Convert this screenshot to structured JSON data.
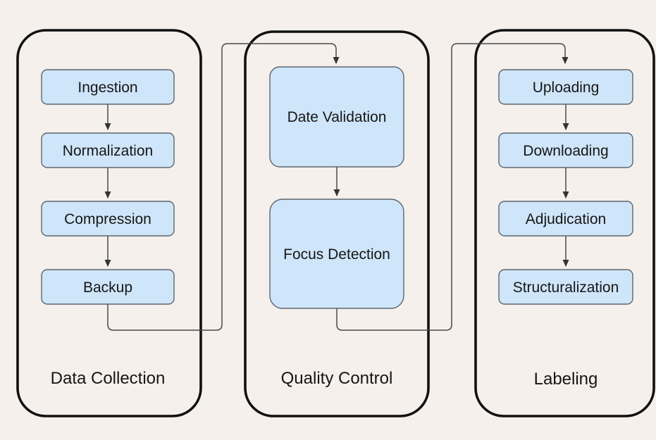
{
  "diagram": {
    "title": "",
    "groups": [
      {
        "label": "Data Collection",
        "nodes": [
          {
            "label": "Ingestion"
          },
          {
            "label": "Normalization"
          },
          {
            "label": "Compression"
          },
          {
            "label": "Backup"
          }
        ]
      },
      {
        "label": "Quality Control",
        "nodes": [
          {
            "label": "Date Validation"
          },
          {
            "label": "Focus Detection"
          }
        ]
      },
      {
        "label": "Labeling",
        "nodes": [
          {
            "label": "Uploading"
          },
          {
            "label": "Downloading"
          },
          {
            "label": "Adjudication"
          },
          {
            "label": "Structuralization"
          }
        ]
      }
    ],
    "edges": [
      {
        "from": "Ingestion",
        "to": "Normalization"
      },
      {
        "from": "Normalization",
        "to": "Compression"
      },
      {
        "from": "Compression",
        "to": "Backup"
      },
      {
        "from": "Backup",
        "to": "Date Validation"
      },
      {
        "from": "Date Validation",
        "to": "Focus Detection"
      },
      {
        "from": "Focus Detection",
        "to": "Uploading"
      },
      {
        "from": "Uploading",
        "to": "Downloading"
      },
      {
        "from": "Downloading",
        "to": "Adjudication"
      },
      {
        "from": "Adjudication",
        "to": "Structuralization"
      }
    ],
    "colors": {
      "background": "#f5f0ec",
      "node_fill": "#cfe5f9",
      "node_stroke": "#5c6670",
      "container_stroke": "#111111",
      "connector": "#4a4a4a",
      "text": "#161616"
    }
  }
}
